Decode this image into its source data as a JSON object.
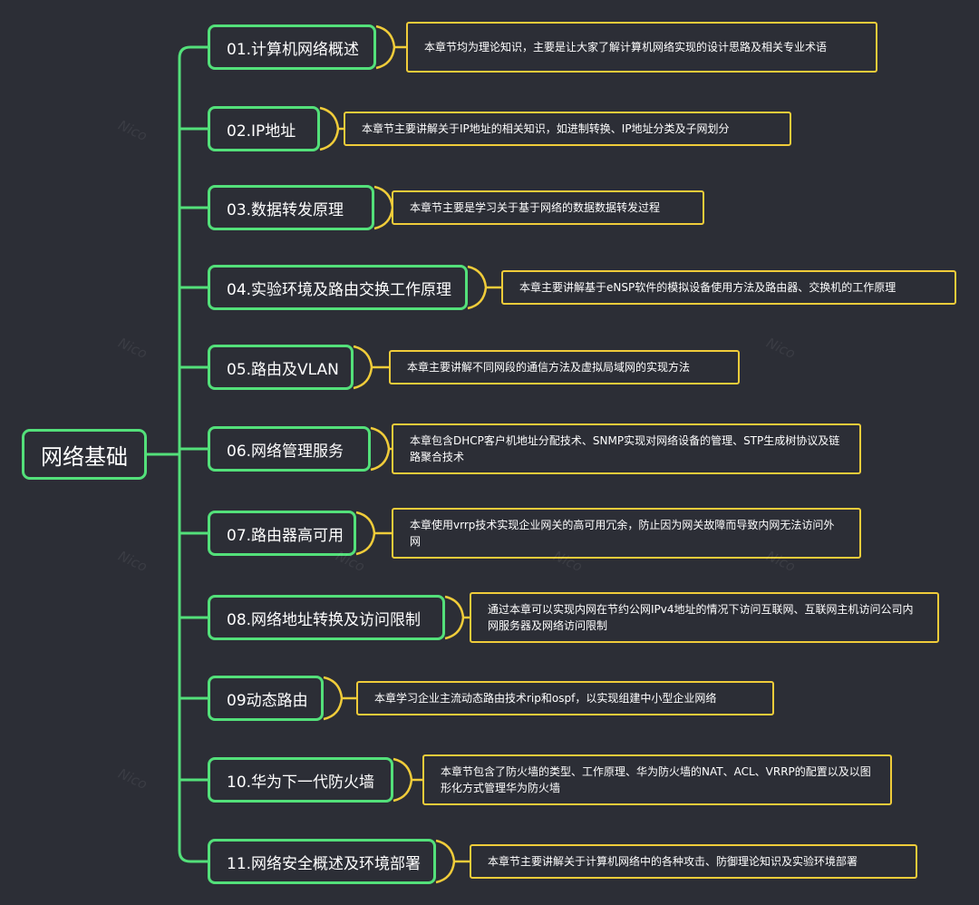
{
  "root": {
    "label": "网络基础"
  },
  "topics": [
    {
      "label": "01.计算机网络概述",
      "note": "本章节均为理论知识，主要是让大家了解计算机网络实现的设计思路及相关专业术语"
    },
    {
      "label": "02.IP地址",
      "note": "本章节主要讲解关于IP地址的相关知识，如进制转换、IP地址分类及子网划分"
    },
    {
      "label": "03.数据转发原理",
      "note": "本章节主要是学习关于基于网络的数据数据转发过程"
    },
    {
      "label": "04.实验环境及路由交换工作原理",
      "note": "本章主要讲解基于eNSP软件的模拟设备使用方法及路由器、交换机的工作原理"
    },
    {
      "label": "05.路由及VLAN",
      "note": "本章主要讲解不同网段的通信方法及虚拟局域网的实现方法"
    },
    {
      "label": "06.网络管理服务",
      "note": "本章包含DHCP客户机地址分配技术、SNMP实现对网络设备的管理、STP生成树协议及链路聚合技术"
    },
    {
      "label": "07.路由器高可用",
      "note": "本章使用vrrp技术实现企业网关的高可用冗余，防止因为网关故障而导致内网无法访问外网"
    },
    {
      "label": "08.网络地址转换及访问限制",
      "note": "通过本章可以实现内网在节约公网IPv4地址的情况下访问互联网、互联网主机访问公司内网服务器及网络访问限制"
    },
    {
      "label": "09动态路由",
      "note": "本章学习企业主流动态路由技术rip和ospf，以实现组建中小型企业网络"
    },
    {
      "label": "10.华为下一代防火墙",
      "note": "本章节包含了防火墙的类型、工作原理、华为防火墙的NAT、ACL、VRRP的配置以及以图形化方式管理华为防火墙"
    },
    {
      "label": "11.网络安全概述及环境部署",
      "note": "本章节主要讲解关于计算机网络中的各种攻击、防御理论知识及实验环境部署"
    }
  ],
  "watermark": "Nico",
  "colors": {
    "background": "#2c2e36",
    "topic_border": "#53e07a",
    "note_border": "#f0cc3a",
    "text": "#ffffff"
  }
}
